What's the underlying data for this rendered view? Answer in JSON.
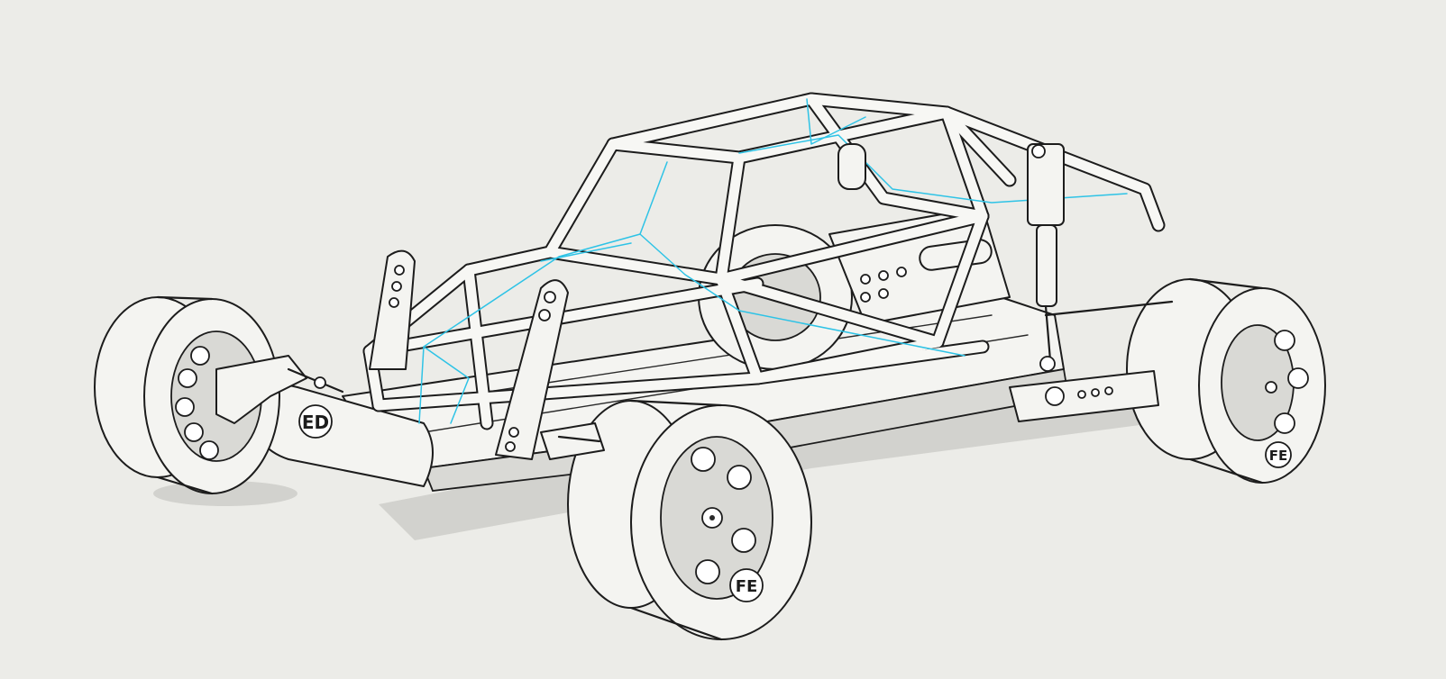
{
  "image": {
    "subject": "buggy-chassis-cad-render",
    "background_color": "#ecece8",
    "line_color": "#1c1c1c",
    "highlight_color": "#2ec3e6"
  },
  "wheel_stamps": {
    "rear_left": "ED",
    "front_right": "FE",
    "rear_right": "FE"
  }
}
